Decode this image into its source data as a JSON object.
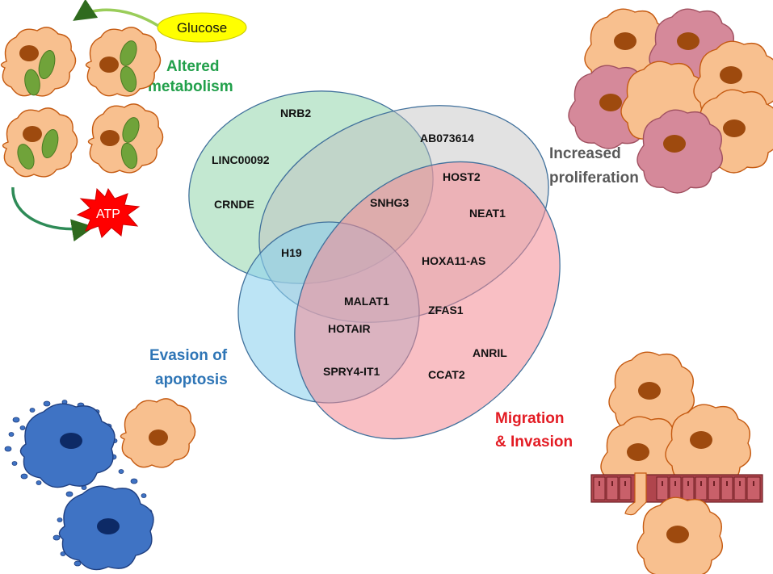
{
  "features": {
    "metabolism": {
      "line1": "Altered",
      "line2": "metabolism",
      "color": "#22a04b"
    },
    "proliferation": {
      "line1": "Increased",
      "line2": "proliferation",
      "color": "#595959"
    },
    "apoptosis": {
      "line1": "Evasion of",
      "line2": "apoptosis",
      "color": "#2e75b6"
    },
    "migration": {
      "line1": "Migration",
      "line2": "& Invasion",
      "color": "#e31b23"
    }
  },
  "labels": {
    "glucose": "Glucose",
    "atp": "ATP"
  },
  "genes": {
    "nrb2": "NRB2",
    "linc00092": "LINC00092",
    "crnde": "CRNDE",
    "ab073614": "AB073614",
    "host2": "HOST2",
    "snhg3": "SNHG3",
    "neat1": "NEAT1",
    "h19": "H19",
    "hoxa11as": "HOXA11-AS",
    "malat1": "MALAT1",
    "zfas1": "ZFAS1",
    "hotair": "HOTAIR",
    "anril": "ANRIL",
    "spry4it1": "SPRY4-IT1",
    "ccat2": "CCAT2"
  },
  "colors": {
    "metabolism_set": "#b9e4c9",
    "proliferation_set": "#d9d9d9",
    "apoptosis_set": "#9fd8f0",
    "migration_set": "#f4a3a8",
    "set_outline": "#41719c",
    "cell_fill": "#f8c08f",
    "cell_outline": "#c55a11",
    "nucleus": "#9e4a0e",
    "dark_cell": "#d5899a",
    "apoptotic_cell": "#3f73c4",
    "mitochondria": "#70a33a",
    "atp_burst": "#ff0000",
    "glucose_oval": "#ffff00"
  }
}
